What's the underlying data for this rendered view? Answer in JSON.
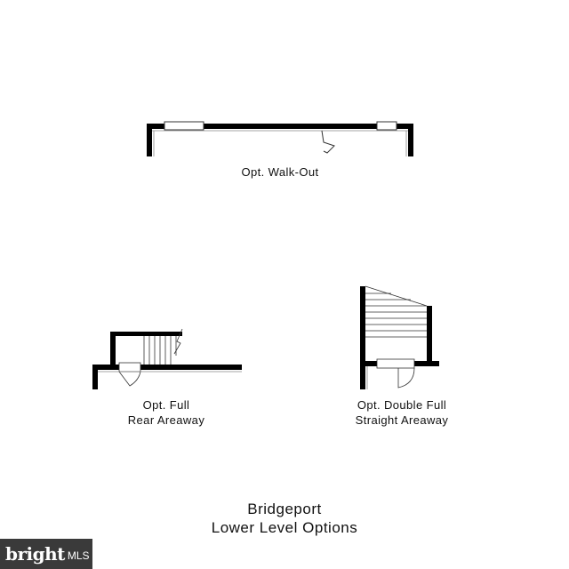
{
  "plans": [
    {
      "id": "walk-out",
      "label_lines": [
        "Opt. Walk-Out"
      ]
    },
    {
      "id": "rear-areaway",
      "label_lines": [
        "Opt. Full",
        "Rear Areaway"
      ]
    },
    {
      "id": "double-areaway",
      "label_lines": [
        "Opt. Double Full",
        "Straight Areaway"
      ]
    }
  ],
  "title_lines": [
    "Bridgeport",
    "Lower Level Options"
  ],
  "watermark": {
    "brand": "bright",
    "suffix": "MLS"
  },
  "colors": {
    "wall": "#000000",
    "line": "#333333",
    "badge": "#3a3a3a"
  }
}
